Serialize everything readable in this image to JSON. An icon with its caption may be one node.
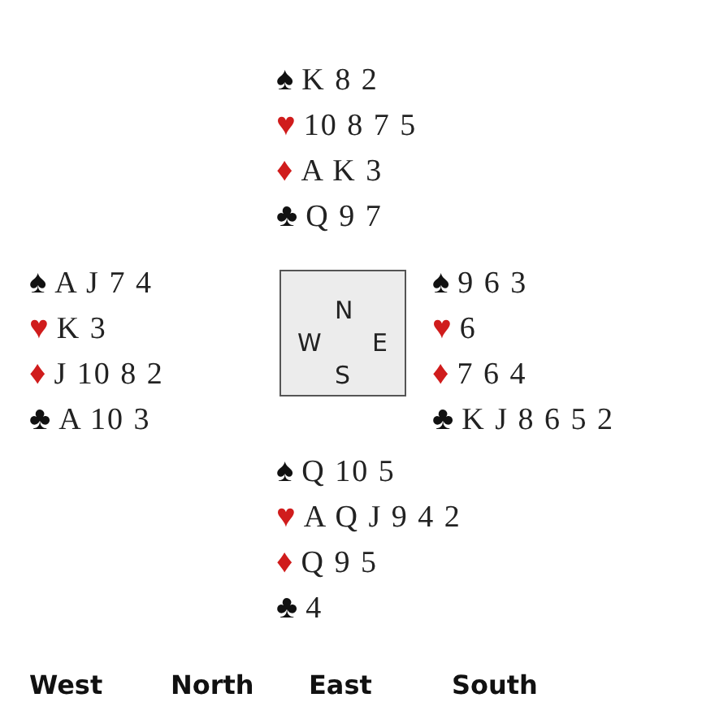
{
  "diagram": {
    "nodes": [
      {
        "text": [
          "N",
          "W",
          "E",
          "S"
        ]
      }
    ],
    "labels": [
      "♠ K 8 2",
      "♥ 10 8 7 5",
      "♦ A K 3",
      "♣ Q 9 7",
      "♠ A J 7 4",
      "♥ K 3",
      "♦ J 10 8 2",
      "♣ A 10 3",
      "♠ 9 6 3",
      "♥ 6",
      "♦ 7 6 4",
      "♣ K J 8 6 5 2",
      "♠ Q 10 5",
      "♥ A Q J 9 4 2",
      "♦ Q 9 5",
      "♣ 4",
      "West",
      "North",
      "East",
      "South"
    ]
  }
}
